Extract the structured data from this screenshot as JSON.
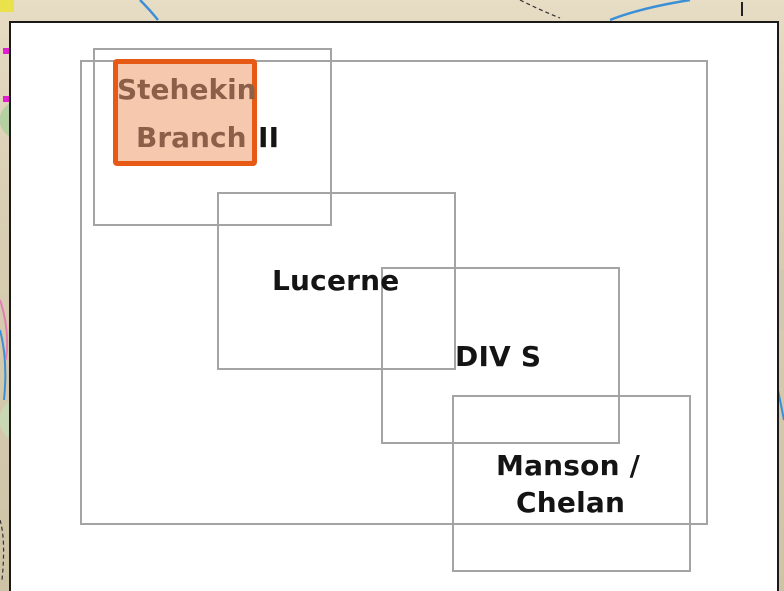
{
  "map": {
    "panels": [
      {
        "id": "stehekin-branch-ii",
        "label_parts": [
          "Stehekin",
          "Branch",
          "II"
        ],
        "selected": true
      },
      {
        "id": "lucerne",
        "label": "Lucerne",
        "selected": false
      },
      {
        "id": "div-s",
        "label": "DIV S",
        "selected": false
      },
      {
        "id": "manson-chelan",
        "label_lines": [
          "Manson /",
          "Chelan"
        ],
        "selected": false
      }
    ],
    "colors": {
      "highlight_border": "#e65a15",
      "highlight_fill": "#f4bea0",
      "highlight_text": "#8c5f49",
      "box_border": "#a4a4a4",
      "panel_border": "#1a1a1a"
    }
  }
}
